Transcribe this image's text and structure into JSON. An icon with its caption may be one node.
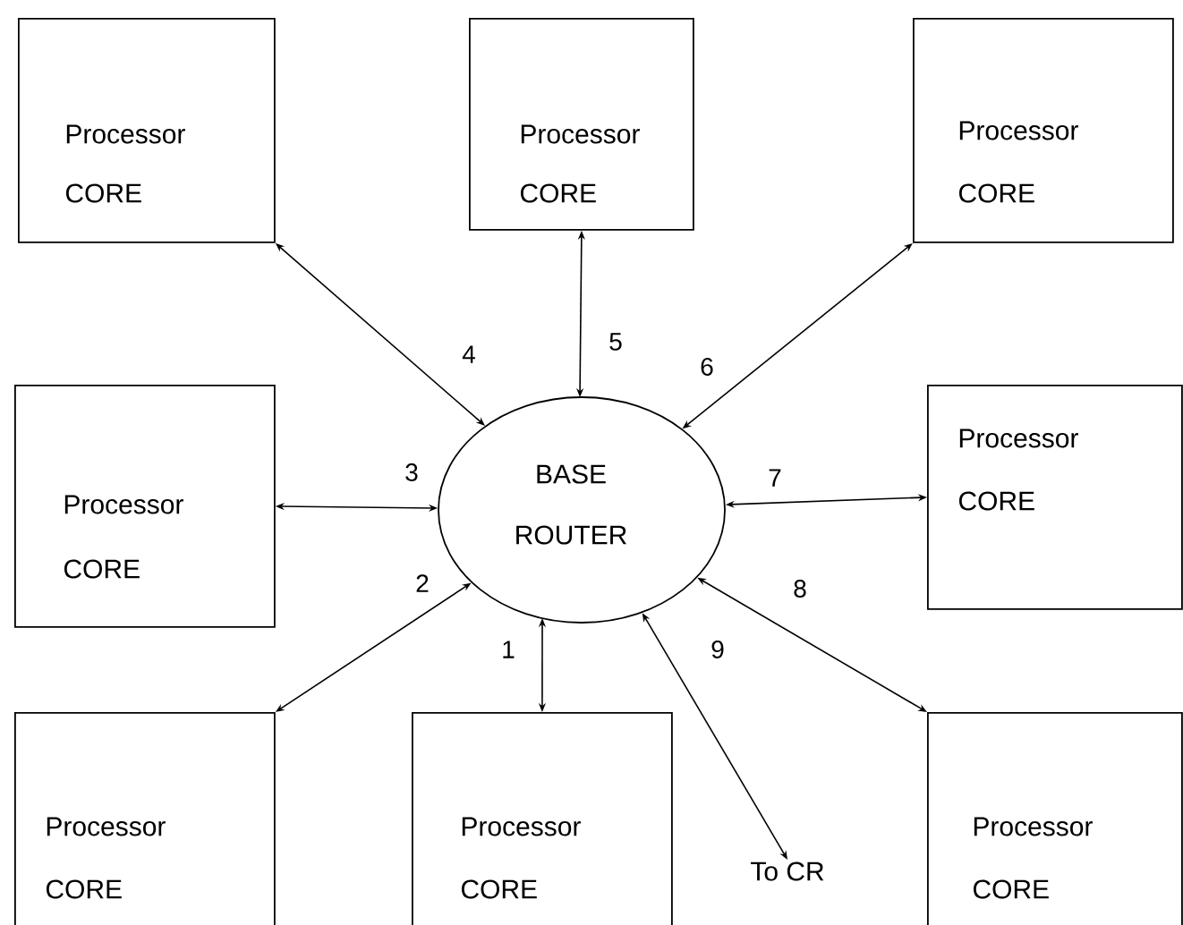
{
  "diagram": {
    "nodes": [
      {
        "text": [
          "Processor",
          "CORE"
        ]
      },
      {
        "text": [
          "Processor",
          "CORE"
        ]
      },
      {
        "text": [
          "Processor",
          "CORE"
        ]
      },
      {
        "text": [
          "Processor",
          "CORE"
        ]
      },
      {
        "text": [
          "BASE ROUTER"
        ]
      },
      {
        "text": [
          "Processor",
          "CORE"
        ]
      },
      {
        "text": [
          "Processor",
          "CORE"
        ]
      },
      {
        "text": [
          "Processor",
          "CORE"
        ]
      },
      {
        "text": [
          "To CR"
        ]
      },
      {
        "text": [
          "Processor",
          "CORE"
        ]
      }
    ],
    "edges": [
      {
        "from": 4,
        "to": 7,
        "arrow": "both",
        "label": "1"
      },
      {
        "from": 4,
        "to": 6,
        "arrow": "both",
        "label": "2"
      },
      {
        "from": 4,
        "to": 3,
        "arrow": "both",
        "label": "3"
      },
      {
        "from": 4,
        "to": 0,
        "arrow": "both",
        "label": "4"
      },
      {
        "from": 4,
        "to": 1,
        "arrow": "both",
        "label": "5"
      },
      {
        "from": 4,
        "to": 2,
        "arrow": "both",
        "label": "6"
      },
      {
        "from": 4,
        "to": 5,
        "arrow": "both",
        "label": "7"
      },
      {
        "from": 4,
        "to": 9,
        "arrow": "both",
        "label": "8"
      },
      {
        "from": 4,
        "to": 8,
        "arrow": "both",
        "label": "9"
      }
    ]
  }
}
